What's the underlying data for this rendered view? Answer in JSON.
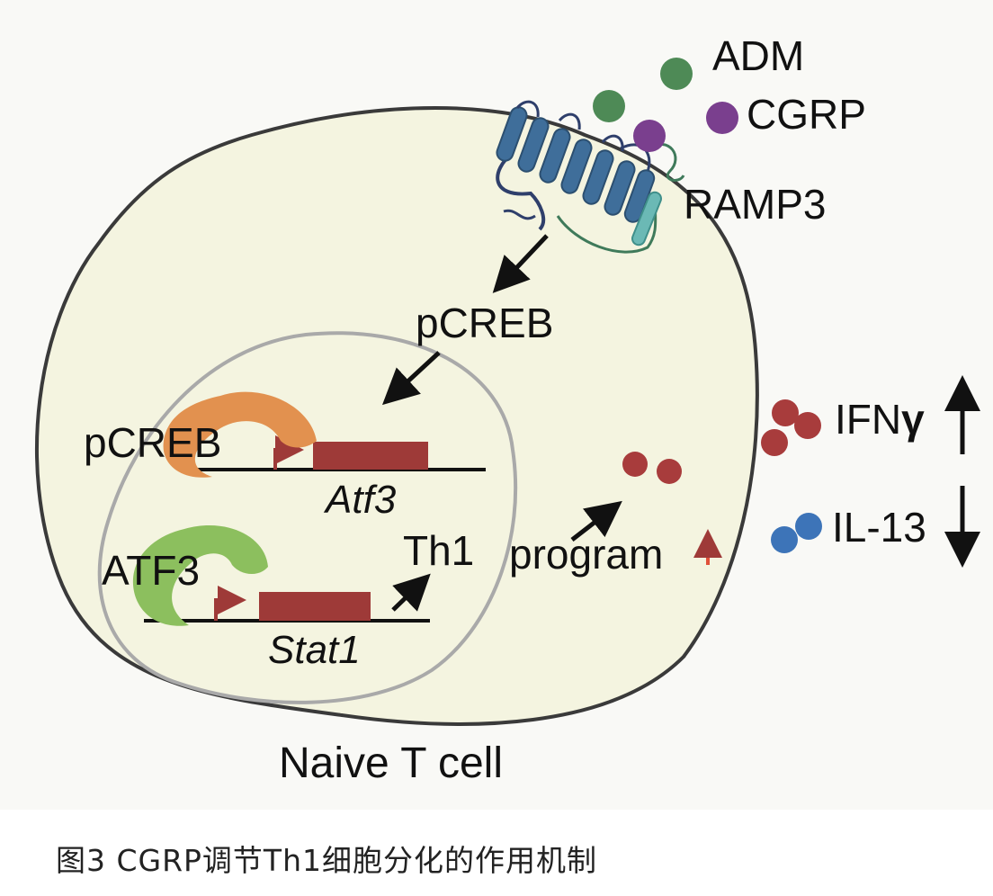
{
  "diagram": {
    "ligands": {
      "adm_label": "ADM",
      "cgrp_label": "CGRP",
      "adm_color": "#4e8a56",
      "cgrp_color": "#7a3f8e"
    },
    "receptor": {
      "ramp_label": "RAMP3",
      "helix_color": "#3f6e9a",
      "ramp_color": "#6bb9b5"
    },
    "signal": {
      "pcreb_cyto_label": "pCREB"
    },
    "nucleus": {
      "gene1": {
        "factor_label": "pCREB",
        "gene_label": "Atf3",
        "factor_color": "#e2914f"
      },
      "gene2": {
        "factor_label": "ATF3",
        "gene_label": "Stat1",
        "factor_color": "#8cbf5e"
      },
      "gene_box_color": "#9e3a38",
      "th1_label": "Th1"
    },
    "program": {
      "label": "program",
      "up_color": "#e0513a"
    },
    "cytokines": {
      "ifng_label": "IFN",
      "ifng_symbol": "γ",
      "il13_label": "IL-13",
      "ifng_color": "#a83c3c",
      "il13_color": "#3d74b8"
    },
    "cell_label": "Naive T cell",
    "cell_fill": "#f4f4e0"
  },
  "caption": "图3 CGRP调节Th1细胞分化的作用机制"
}
